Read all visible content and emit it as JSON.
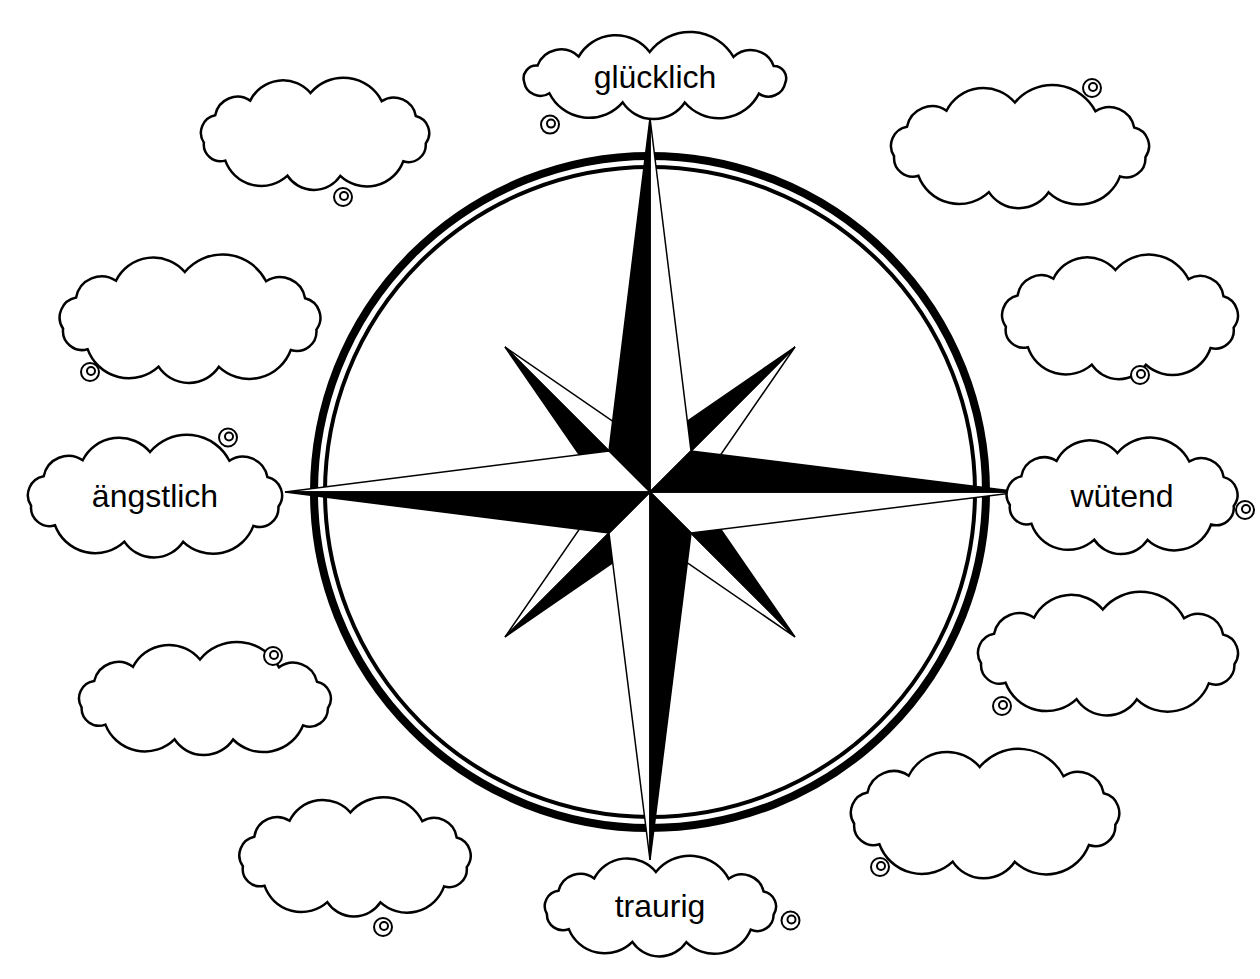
{
  "diagram": {
    "nodes": [
      {
        "text": [
          "glücklich"
        ]
      },
      {
        "text": [
          "ängstlich"
        ]
      },
      {
        "text": [
          "wütend"
        ]
      },
      {
        "text": [
          "traurig"
        ]
      }
    ]
  }
}
